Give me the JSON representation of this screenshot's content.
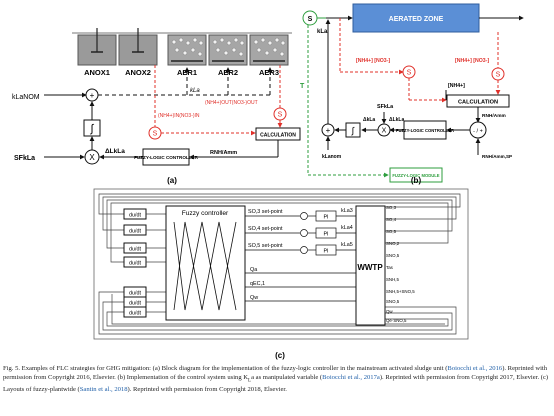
{
  "panel_a": {
    "tanks": [
      "ANOX1",
      "ANOX2",
      "AER1",
      "AER2",
      "AER3"
    ],
    "kla_nom": "kLaNOM",
    "sf_kla": "SFkLa",
    "delta_kla": "ΔLkLa",
    "integrator": "∫",
    "plus": "+",
    "mult": "X",
    "flc": "FUZZY-LOGIC CONTROLLER",
    "calc": "CALCULATION",
    "s_sensor": "S",
    "nh_in": "(NH4+)IN(NO3-)IN",
    "nh_out": "(NH4+)OUT(NO3-)OUT",
    "r_nh": "RNH/Amm",
    "kla": "kLa",
    "label": "(a)"
  },
  "panel_b": {
    "zone": "AERATED ZONE",
    "s": "S",
    "kla": "kLa",
    "t": "T",
    "nh_left": "[NH4+] [NO3-]",
    "nh_right": "[NH4+] [NO3-]",
    "nh_calc": "[NH4+]",
    "calc": "CALCULATION",
    "r_nh": "RNH/Amm",
    "sf": "SFkLa",
    "d_kla": "ΔkLa",
    "dl_kla": "ΔLkLa",
    "flc": "FUZZY-LOGIC CONTROLLER",
    "module": "FUZZY-LOGIC MODULE",
    "kla_nom": "kLanom",
    "r_sp": "RNH/Amm,SP",
    "minus_plus": "- / +",
    "label": "(b)"
  },
  "panel_c": {
    "fuzzy": "Fuzzy controller",
    "wwtp": "WWTP",
    "dudt": "du/dt",
    "setpoints": [
      "SO,3 set-point",
      "SO,4 set-point",
      "SO,5 set-point"
    ],
    "pi": "PI",
    "pi_out": [
      "kLa3",
      "kLa4",
      "kLa5"
    ],
    "inputs": [
      "Qa",
      "qEC,1",
      "Qw"
    ],
    "outputs": [
      "SO,3",
      "SO,4",
      "SO,5",
      "SNO,2",
      "SNO,5",
      "Tas",
      "SNH,5",
      "SNH,5+SNO,5",
      "SNO,5",
      "Qw",
      "Qe·SNO,5"
    ],
    "label": "(c)"
  },
  "caption": {
    "p1": "Fig. 5. Examples of FLC strategies for GHG mitigation: (a) Block diagram for the implementation of the fuzzy-logic controller in the mainstream activated sludge unit (",
    "r1": "Boiocchi et al., 2016",
    "p2": "). Reprinted with permission from Copyright 2016, Elsevier. (b) Implementation of the control system using K",
    "p2b": "a as manipulated variable (",
    "r2": "Boiocchi et al., 2017a",
    "p3": "). Reprinted with permission from Copyright 2017, Elsevier. (c) Layouts of fuzzy-plantwide (",
    "r3": "Santin et al., 2018",
    "p4": "). Reprinted with permission from Copyright 2018, Elsevier."
  }
}
